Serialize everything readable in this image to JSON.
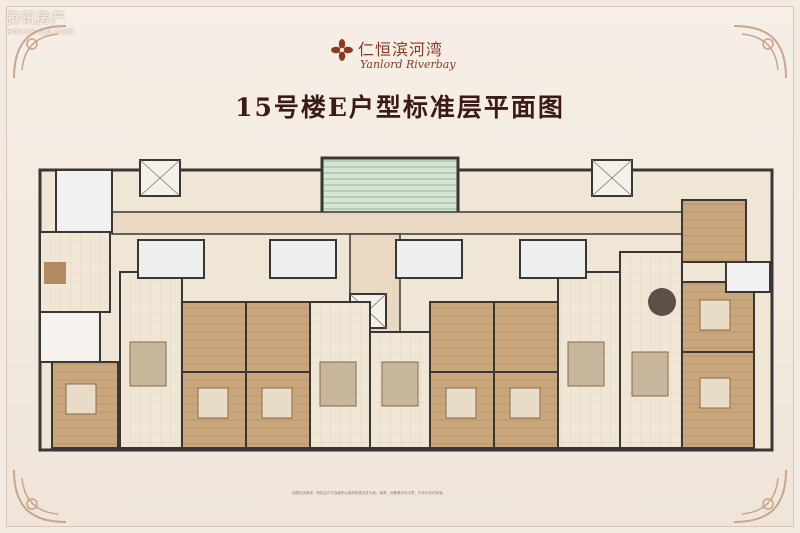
{
  "watermark": {
    "main": "腾讯房产",
    "sub": "HOUSE.QQ.COM"
  },
  "brand": {
    "name_cn": "仁恒滨河湾",
    "name_en": "Yanlord Riverbay"
  },
  "title": "15号楼E户型标准层平面图",
  "colors": {
    "background": "#f3ebe2",
    "wall": "#3a3633",
    "floor_wood": "#c9a67b",
    "floor_tile": "#efe6d6",
    "corridor": "#e9d9c3",
    "stair": "#d6e6d6",
    "brand": "#8a3a22",
    "title": "#3b1c14"
  },
  "icons": [
    "corner-ornament-icon",
    "brand-flower-icon"
  ],
  "footnote": "此图仅供参考，所标注尺寸及面积以政府批准文件为准，家具、设备等仅为示意，不作为交付标准。"
}
